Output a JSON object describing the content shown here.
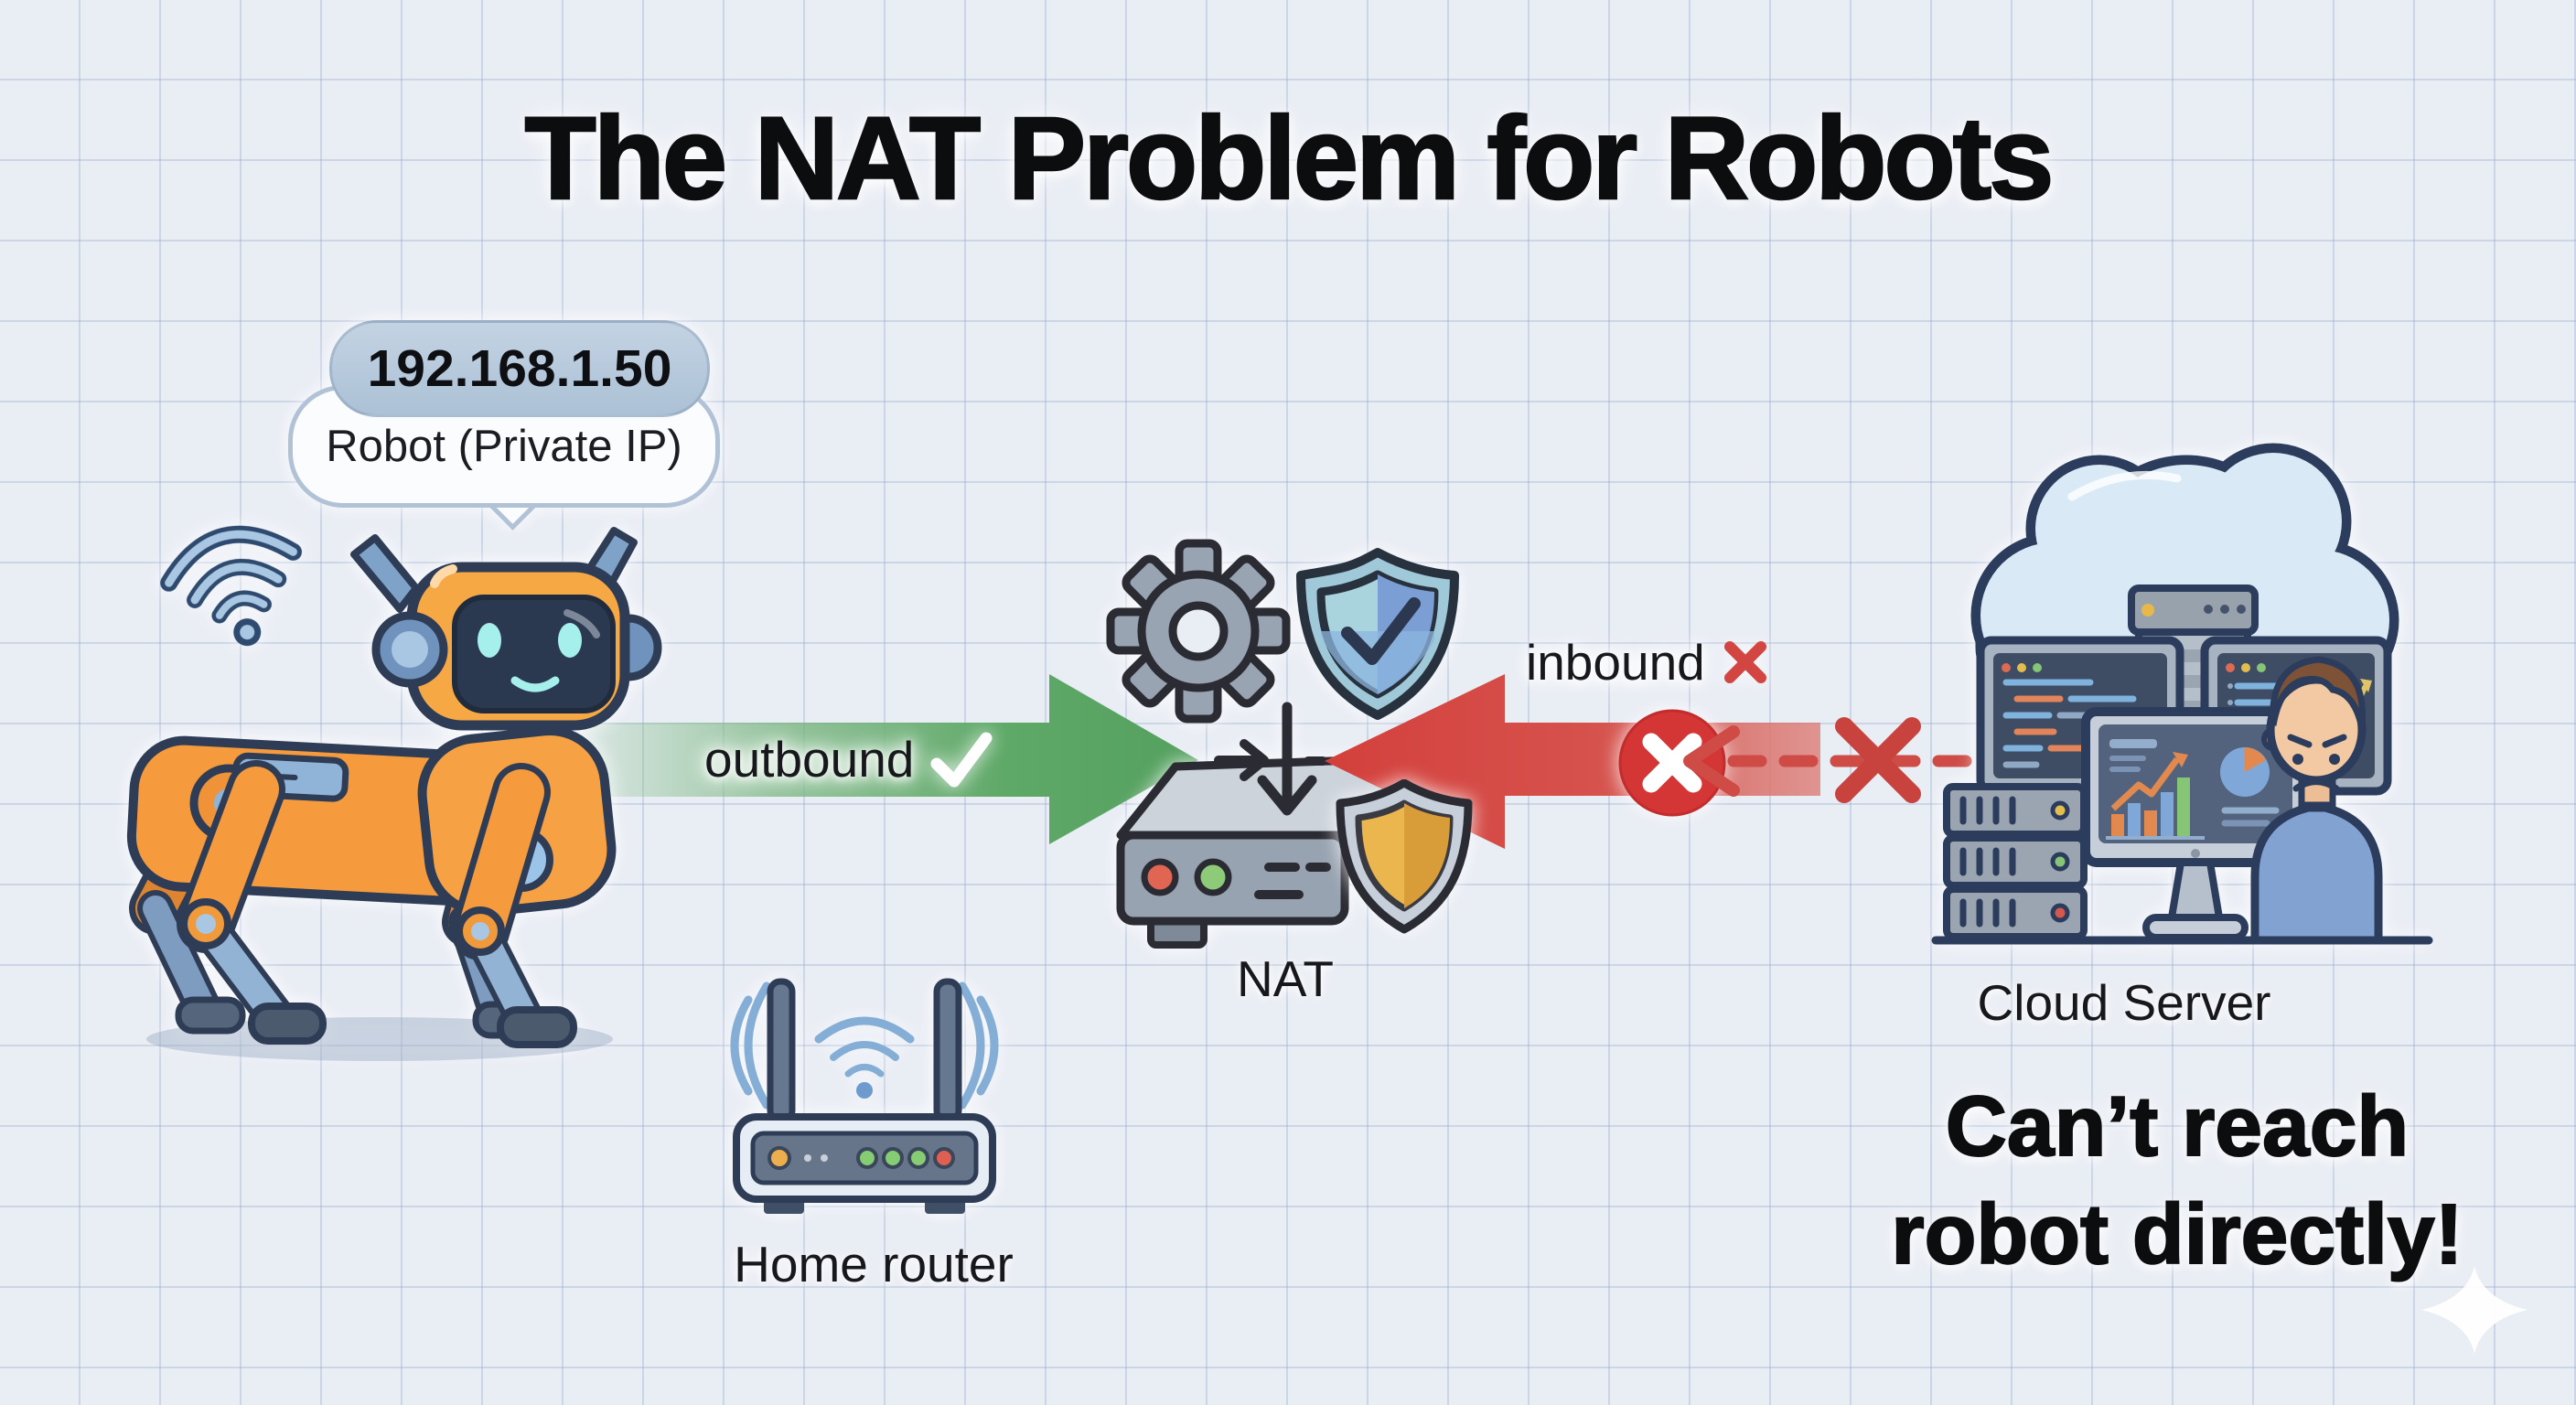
{
  "header": {
    "title": "The NAT Problem for Robots"
  },
  "robot_bubble": {
    "ip": "192.168.1.50",
    "caption": "Robot (Private IP)"
  },
  "flow": {
    "outbound_label": "outbound",
    "inbound_label": "inbound"
  },
  "nat": {
    "label": "NAT"
  },
  "router": {
    "label": "Home router"
  },
  "cloud": {
    "label": "Cloud Server",
    "warning_line1": "Can’t reach",
    "warning_line2": "robot directly!"
  },
  "icons": {
    "outbound_status": "check-icon",
    "inbound_status": "cross-icon",
    "blocked_marker": "circle-cross-icon",
    "dashed_path_marker": "cross-icon",
    "robot": "robot-dog-icon",
    "wifi": "wifi-icon",
    "nat_parts": [
      "gear-icon",
      "shield-check-icon",
      "router-box-icon",
      "gold-shield-icon"
    ],
    "cloud_parts": [
      "cloud-icon",
      "server-tower-icon",
      "monitor-icon",
      "server-rack-icon",
      "frustrated-person-icon"
    ],
    "decoration": "sparkle-icon"
  },
  "colors": {
    "background": "#e9edf4",
    "outline_navy": "#2e3d55",
    "robot_orange": "#f59b3e",
    "accent_blue": "#8fb4d8",
    "outbound_green": "#5ba463",
    "inbound_red": "#d0403b",
    "bubble_fill": "#b9cada",
    "cloud_fill": "#d9eaf6"
  }
}
